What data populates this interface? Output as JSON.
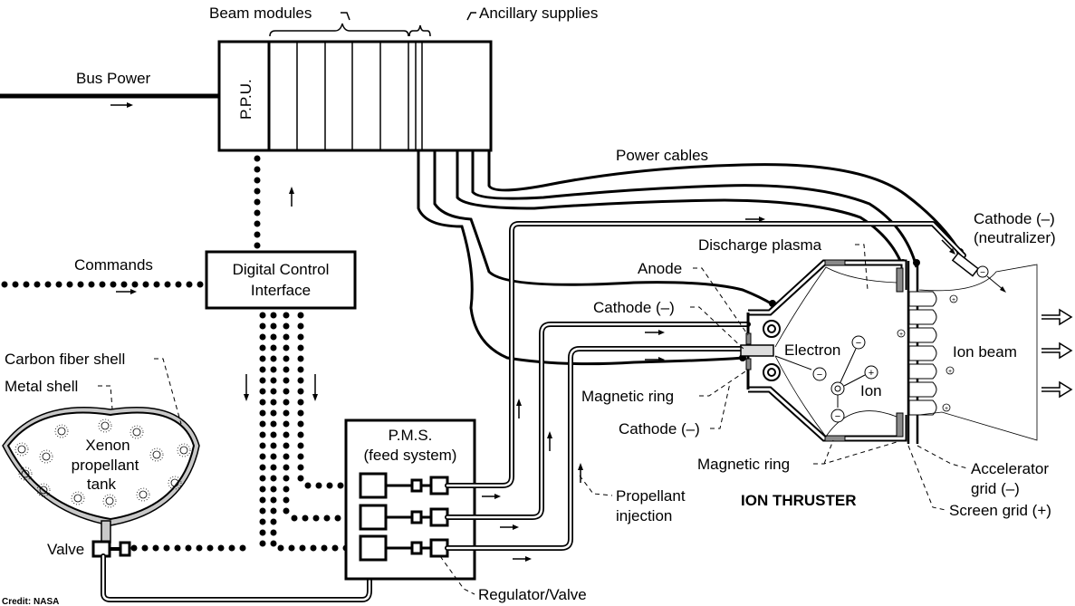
{
  "diagram": {
    "title": "ION THRUSTER",
    "credit": "Credit: NASA",
    "labels": {
      "bus_power": "Bus Power",
      "beam_modules": "Beam modules",
      "ancillary_supplies": "Ancillary supplies",
      "ppu": "P.P.U.",
      "power_cables": "Power cables",
      "commands": "Commands",
      "dci_line1": "Digital Control",
      "dci_line2": "Interface",
      "cathode_neutralizer_line1": "Cathode (–)",
      "cathode_neutralizer_line2": "(neutralizer)",
      "discharge_plasma": "Discharge plasma",
      "anode": "Anode",
      "cathode_top": "Cathode (–)",
      "electron": "Electron",
      "ion": "Ion",
      "ion_beam": "Ion beam",
      "magnetic_ring_left": "Magnetic ring",
      "cathode_bottom": "Cathode (–)",
      "magnetic_ring_bottom": "Magnetic ring",
      "accelerator_grid_line1": "Accelerator",
      "accelerator_grid_line2": "grid (–)",
      "screen_grid": "Screen grid (+)",
      "propellant_injection_line1": "Propellant",
      "propellant_injection_line2": "injection",
      "carbon_fiber_shell": "Carbon fiber shell",
      "metal_shell": "Metal shell",
      "tank_line1": "Xenon",
      "tank_line2": "propellant",
      "tank_line3": "tank",
      "valve": "Valve",
      "pms_line1": "P.M.S.",
      "pms_line2": "(feed system)",
      "regulator_valve": "Regulator/Valve"
    },
    "symbols": {
      "electron": "−",
      "ion": "+",
      "neutral": "○"
    }
  }
}
